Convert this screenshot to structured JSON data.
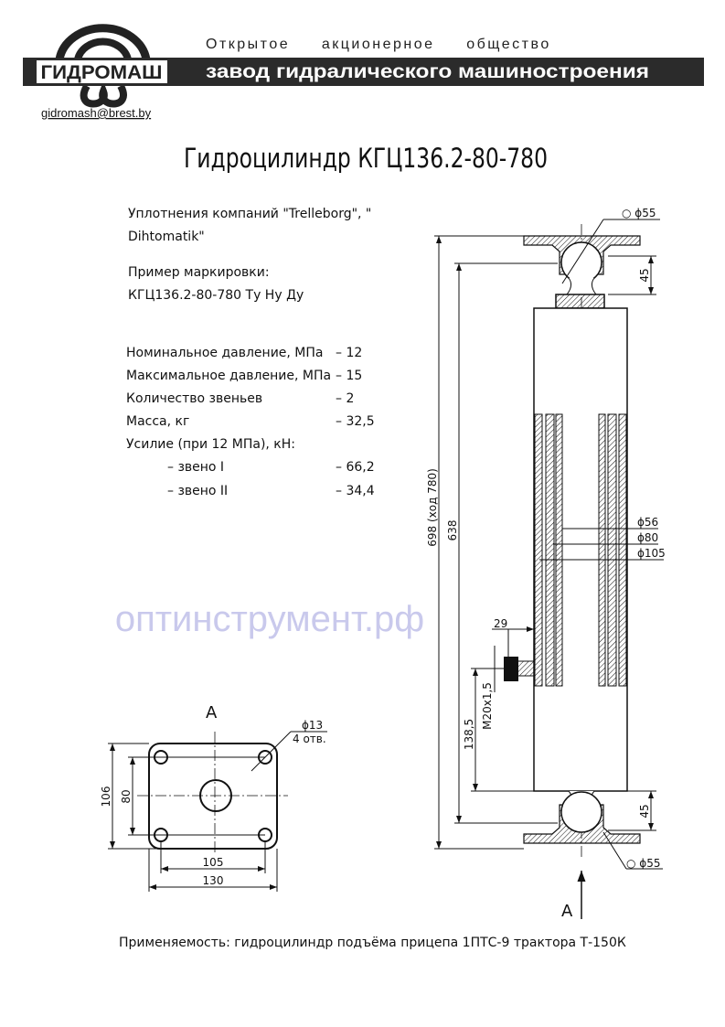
{
  "header": {
    "logo_text": "ГИДРОМАШ",
    "company_form": "Открытое     акционерное     общество",
    "company_name": "завод гидралического машиностроения",
    "email": "gidromash@brest.by"
  },
  "title": "Гидроцилиндр КГЦ136.2-80-780",
  "notes": {
    "seals_line1": "Уплотнения компаний \"Trelleborg\", \"",
    "seals_line2": "Dihtomatik\"",
    "marking_label": "Пример маркировки:",
    "marking_example": "КГЦ136.2-80-780 Ту Ну Ду"
  },
  "specs": [
    {
      "label": "Номинальное давление, МПа",
      "value": "– 12"
    },
    {
      "label": "Максимальное давление, МПа",
      "value": "– 15"
    },
    {
      "label": "Количество звеньев",
      "value": "– 2"
    },
    {
      "label": "Масса, кг",
      "value": "– 32,5"
    },
    {
      "label": "Усилие (при 12 МПа), кН:",
      "value": ""
    },
    {
      "label": "– звено I",
      "value": "– 66,2"
    },
    {
      "label": "– звено II",
      "value": "– 34,4"
    }
  ],
  "watermark": "оптинструмент.рф",
  "drawing": {
    "ball_top": "○ ϕ55",
    "ball_bottom": "○ ϕ55",
    "dim_45_top": "45",
    "dim_45_bottom": "45",
    "dim_total": "698 (ход 780)",
    "dim_638": "638",
    "dia_56": "ϕ56",
    "dia_80": "ϕ80",
    "dia_105": "ϕ105",
    "dim_29": "29",
    "port_thread": "M20x1,5",
    "dim_138": "138,5",
    "view_arrow_label": "А"
  },
  "view_a": {
    "label": "А",
    "hole_dia": "ϕ13",
    "hole_count": "4 отв.",
    "dim_106": "106",
    "dim_80": "80",
    "dim_105": "105",
    "dim_130": "130"
  },
  "footer": "Применяемость: гидроцилиндр подъёма прицепа 1ПТС-9 трактора Т-150К"
}
